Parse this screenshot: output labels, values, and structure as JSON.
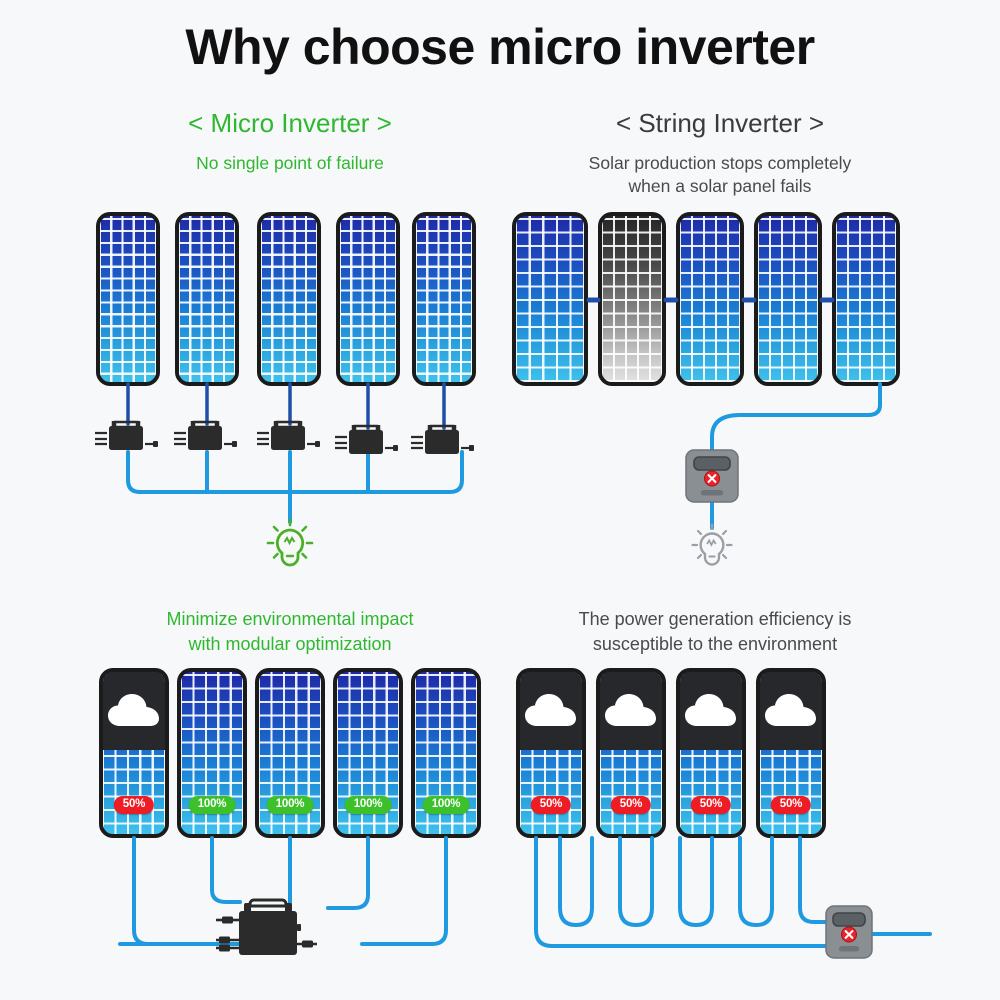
{
  "header": {
    "title": "Why choose micro inverter"
  },
  "sections": {
    "top_left": {
      "title": "< Micro Inverter >",
      "subtitle": "No single point of failure",
      "accent_color": "#2fb82f",
      "panel_count": 5,
      "inverter_type": "micro-inverter",
      "inverter_count": 5,
      "bulb_state": "lit",
      "bulb_color": "#4caf28"
    },
    "top_right": {
      "title": "< String Inverter >",
      "subtitle": "Solar production stops completely when a solar panel fails",
      "subtitle_line1": "Solar production stops completely",
      "subtitle_line2": "when a solar panel fails",
      "accent_color": "#3b3b3b",
      "panel_count": 5,
      "failed_panel_index": 1,
      "inverter_type": "string-inverter",
      "inverter_status": "error",
      "inverter_status_icon": "red-x-circle",
      "bulb_state": "unlit",
      "bulb_color": "#9aa0a6"
    },
    "bottom_left": {
      "subtitle_line1": "Minimize environmental impact",
      "subtitle_line2": "with modular optimization",
      "accent_color": "#2fb82f",
      "panel_count": 5,
      "panels": [
        {
          "shaded": true,
          "badge": "50%",
          "badge_color": "red",
          "icon": "cloud-icon"
        },
        {
          "shaded": false,
          "badge": "100%",
          "badge_color": "green",
          "icon": ""
        },
        {
          "shaded": false,
          "badge": "100%",
          "badge_color": "green",
          "icon": ""
        },
        {
          "shaded": false,
          "badge": "100%",
          "badge_color": "green",
          "icon": ""
        },
        {
          "shaded": false,
          "badge": "100%",
          "badge_color": "green",
          "icon": ""
        }
      ],
      "inverter_type": "micro-inverter-large"
    },
    "bottom_right": {
      "subtitle_line1": "The power generation efficiency is",
      "subtitle_line2": "susceptible to the environment",
      "accent_color": "#4a4a4a",
      "panel_count": 4,
      "panels": [
        {
          "shaded": true,
          "badge": "50%",
          "badge_color": "red",
          "icon": "cloud-icon"
        },
        {
          "shaded": true,
          "badge": "50%",
          "badge_color": "red",
          "icon": "cloud-icon"
        },
        {
          "shaded": true,
          "badge": "50%",
          "badge_color": "red",
          "icon": "cloud-icon"
        },
        {
          "shaded": true,
          "badge": "50%",
          "badge_color": "red",
          "icon": "cloud-icon"
        }
      ],
      "inverter_type": "string-inverter",
      "inverter_status": "error",
      "inverter_status_icon": "red-x-circle"
    }
  },
  "colors": {
    "background": "#f7f8fa",
    "panel_top": "#1f2aa8",
    "panel_bottom": "#3fc1ec",
    "panel_border": "#1b1b1b",
    "wire_blue": "#1f9ae0",
    "wire_dark_blue": "#1f4fa8",
    "green": "#2fb82f",
    "red": "#ee1c25",
    "gray_device": "#8a8f94",
    "dark_device": "#2b2b2b",
    "shade_overlay": "#26282c",
    "title_black": "#111111"
  }
}
